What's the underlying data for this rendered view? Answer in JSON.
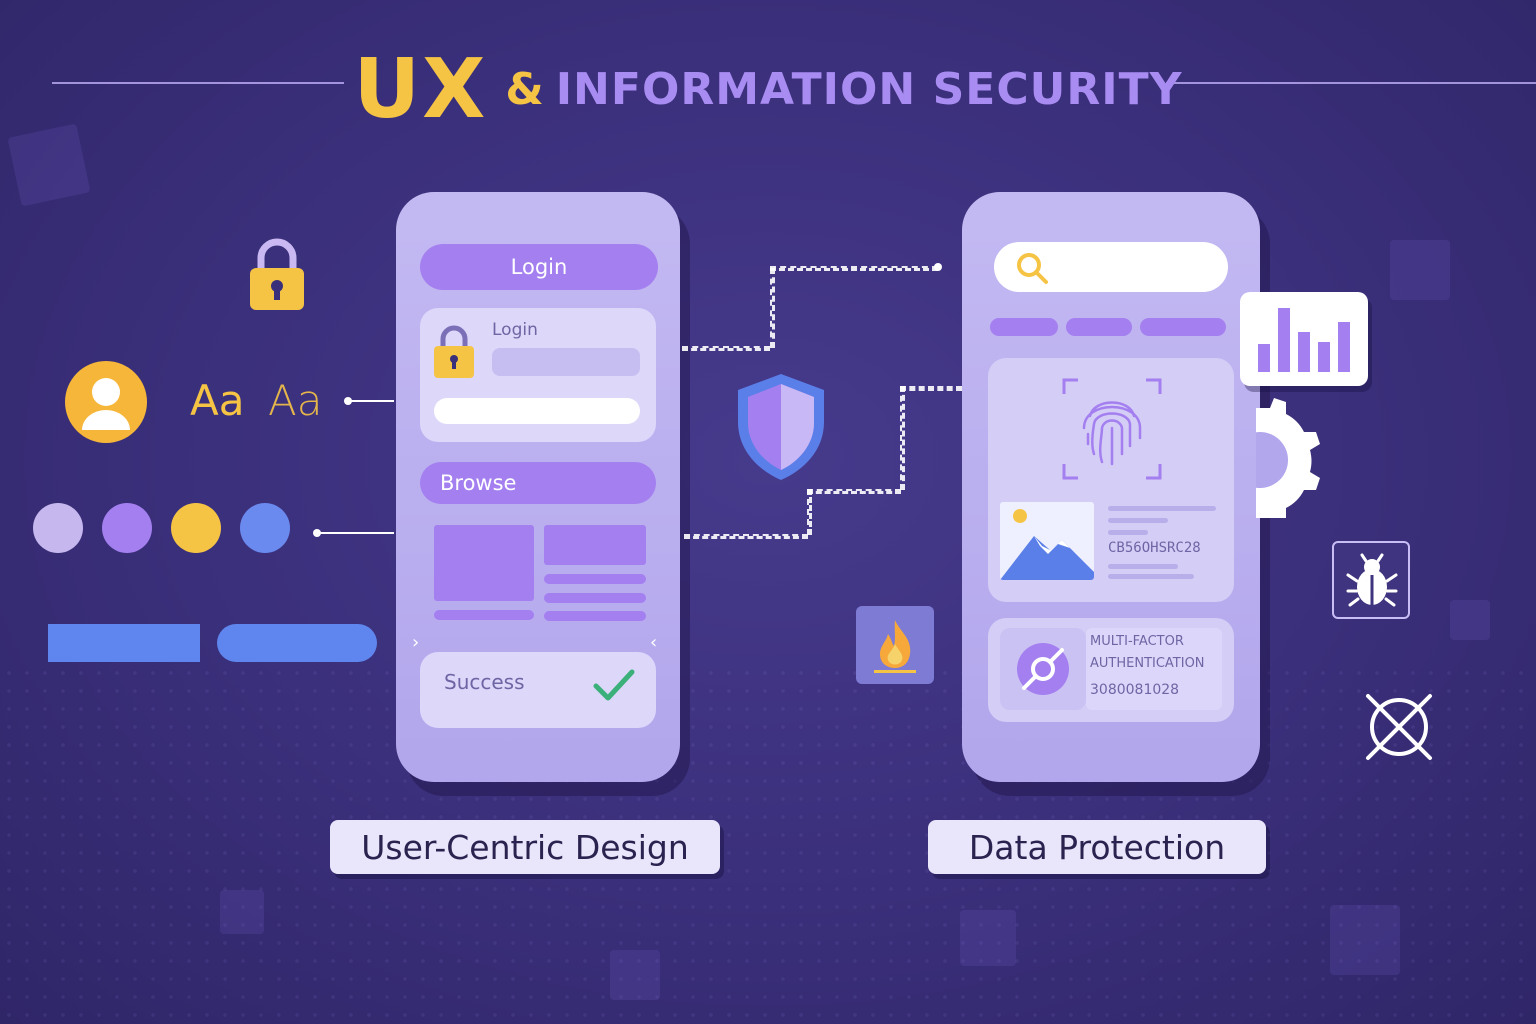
{
  "title": {
    "ux": "UX",
    "amp": "&",
    "rest": "INFORMATION SECURITY"
  },
  "left_panel": {
    "typography_samples": [
      "Aa",
      "Aa"
    ],
    "palette": [
      "#c6b8ee",
      "#a47ff0",
      "#f6c445",
      "#6a8af0"
    ]
  },
  "phone_left": {
    "login_button": "Login",
    "login_card_label": "Login",
    "browse_button": "Browse",
    "success_label": "Success"
  },
  "phone_right": {
    "code_text": "CB56OHSRC28",
    "mfa_line1": "MULTI-FACTOR",
    "mfa_line2": "AUTHENTICATION",
    "mfa_code": "3080081028"
  },
  "captions": {
    "left": "User-Centric Design",
    "right": "Data Protection"
  },
  "colors": {
    "background": "#3a2f7a",
    "accent_yellow": "#f6c445",
    "accent_purple": "#a47ff0",
    "accent_blue": "#6a8af0",
    "success_green": "#3bb07a"
  }
}
